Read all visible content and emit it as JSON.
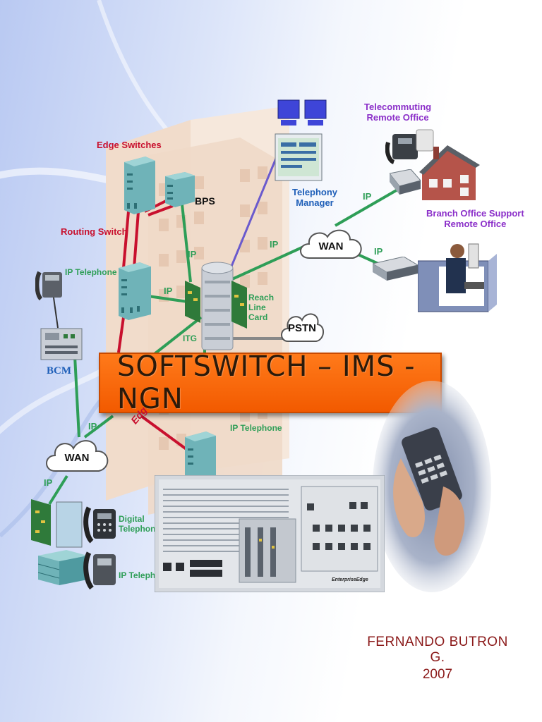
{
  "diagram": {
    "labels": {
      "edge_switches": "Edge Switches",
      "bps": "BPS",
      "routing_switch": "Routing Switch",
      "ip_telephone_left": "IP Telephone",
      "bcm": "BCM",
      "telephony_manager": "Telephony\nManager",
      "telecommuting": "Telecommuting\nRemote Office",
      "branch_office": "Branch Office Support\nRemote Office",
      "ip_1": "IP",
      "ip_2": "IP",
      "ip_3": "IP",
      "ip_4": "IP",
      "ip_5": "IP",
      "ip_6": "IP",
      "ip_7": "IP",
      "reach_line_card": "Reach\nLine\nCard",
      "itg": "ITG",
      "ip_telephone_mid": "IP Telephone",
      "edge_partial": "Edg",
      "digital_telephone": "Digital\nTelephone",
      "ip_telephone_bottom": "IP Telephon"
    },
    "clouds": {
      "wan_top": "WAN",
      "pstn": "PSTN",
      "wan_left": "WAN"
    },
    "enterprise_edge_label": "EnterpriseEdge"
  },
  "banner": {
    "title": "SOFTSWITCH – IMS - NGN"
  },
  "author": "FERNANDO BUTRON G.",
  "year": "2007",
  "colors": {
    "banner": "#f25a00",
    "red_link": "#c8102e",
    "green_link": "#2e9e57",
    "purple_text": "#8b2fc9",
    "author_text": "#8b1a1a"
  }
}
